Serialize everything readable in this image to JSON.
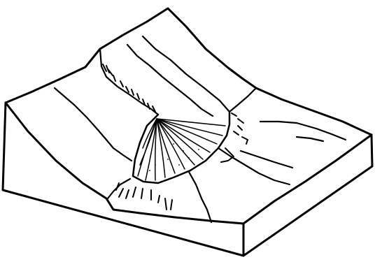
{
  "diagram": {
    "subject": "block-diagram-alluvial-fan-at-valley-mouth",
    "style": "black-ink-line-drawing",
    "colors": {
      "ink": "#000000",
      "paper": "#ffffff"
    },
    "elements": [
      "terrain-block",
      "upper-valley",
      "canyon-mouth",
      "alluvial-fan",
      "fan-distributary-channels",
      "valley-floor-streams",
      "tributary-streams"
    ]
  }
}
